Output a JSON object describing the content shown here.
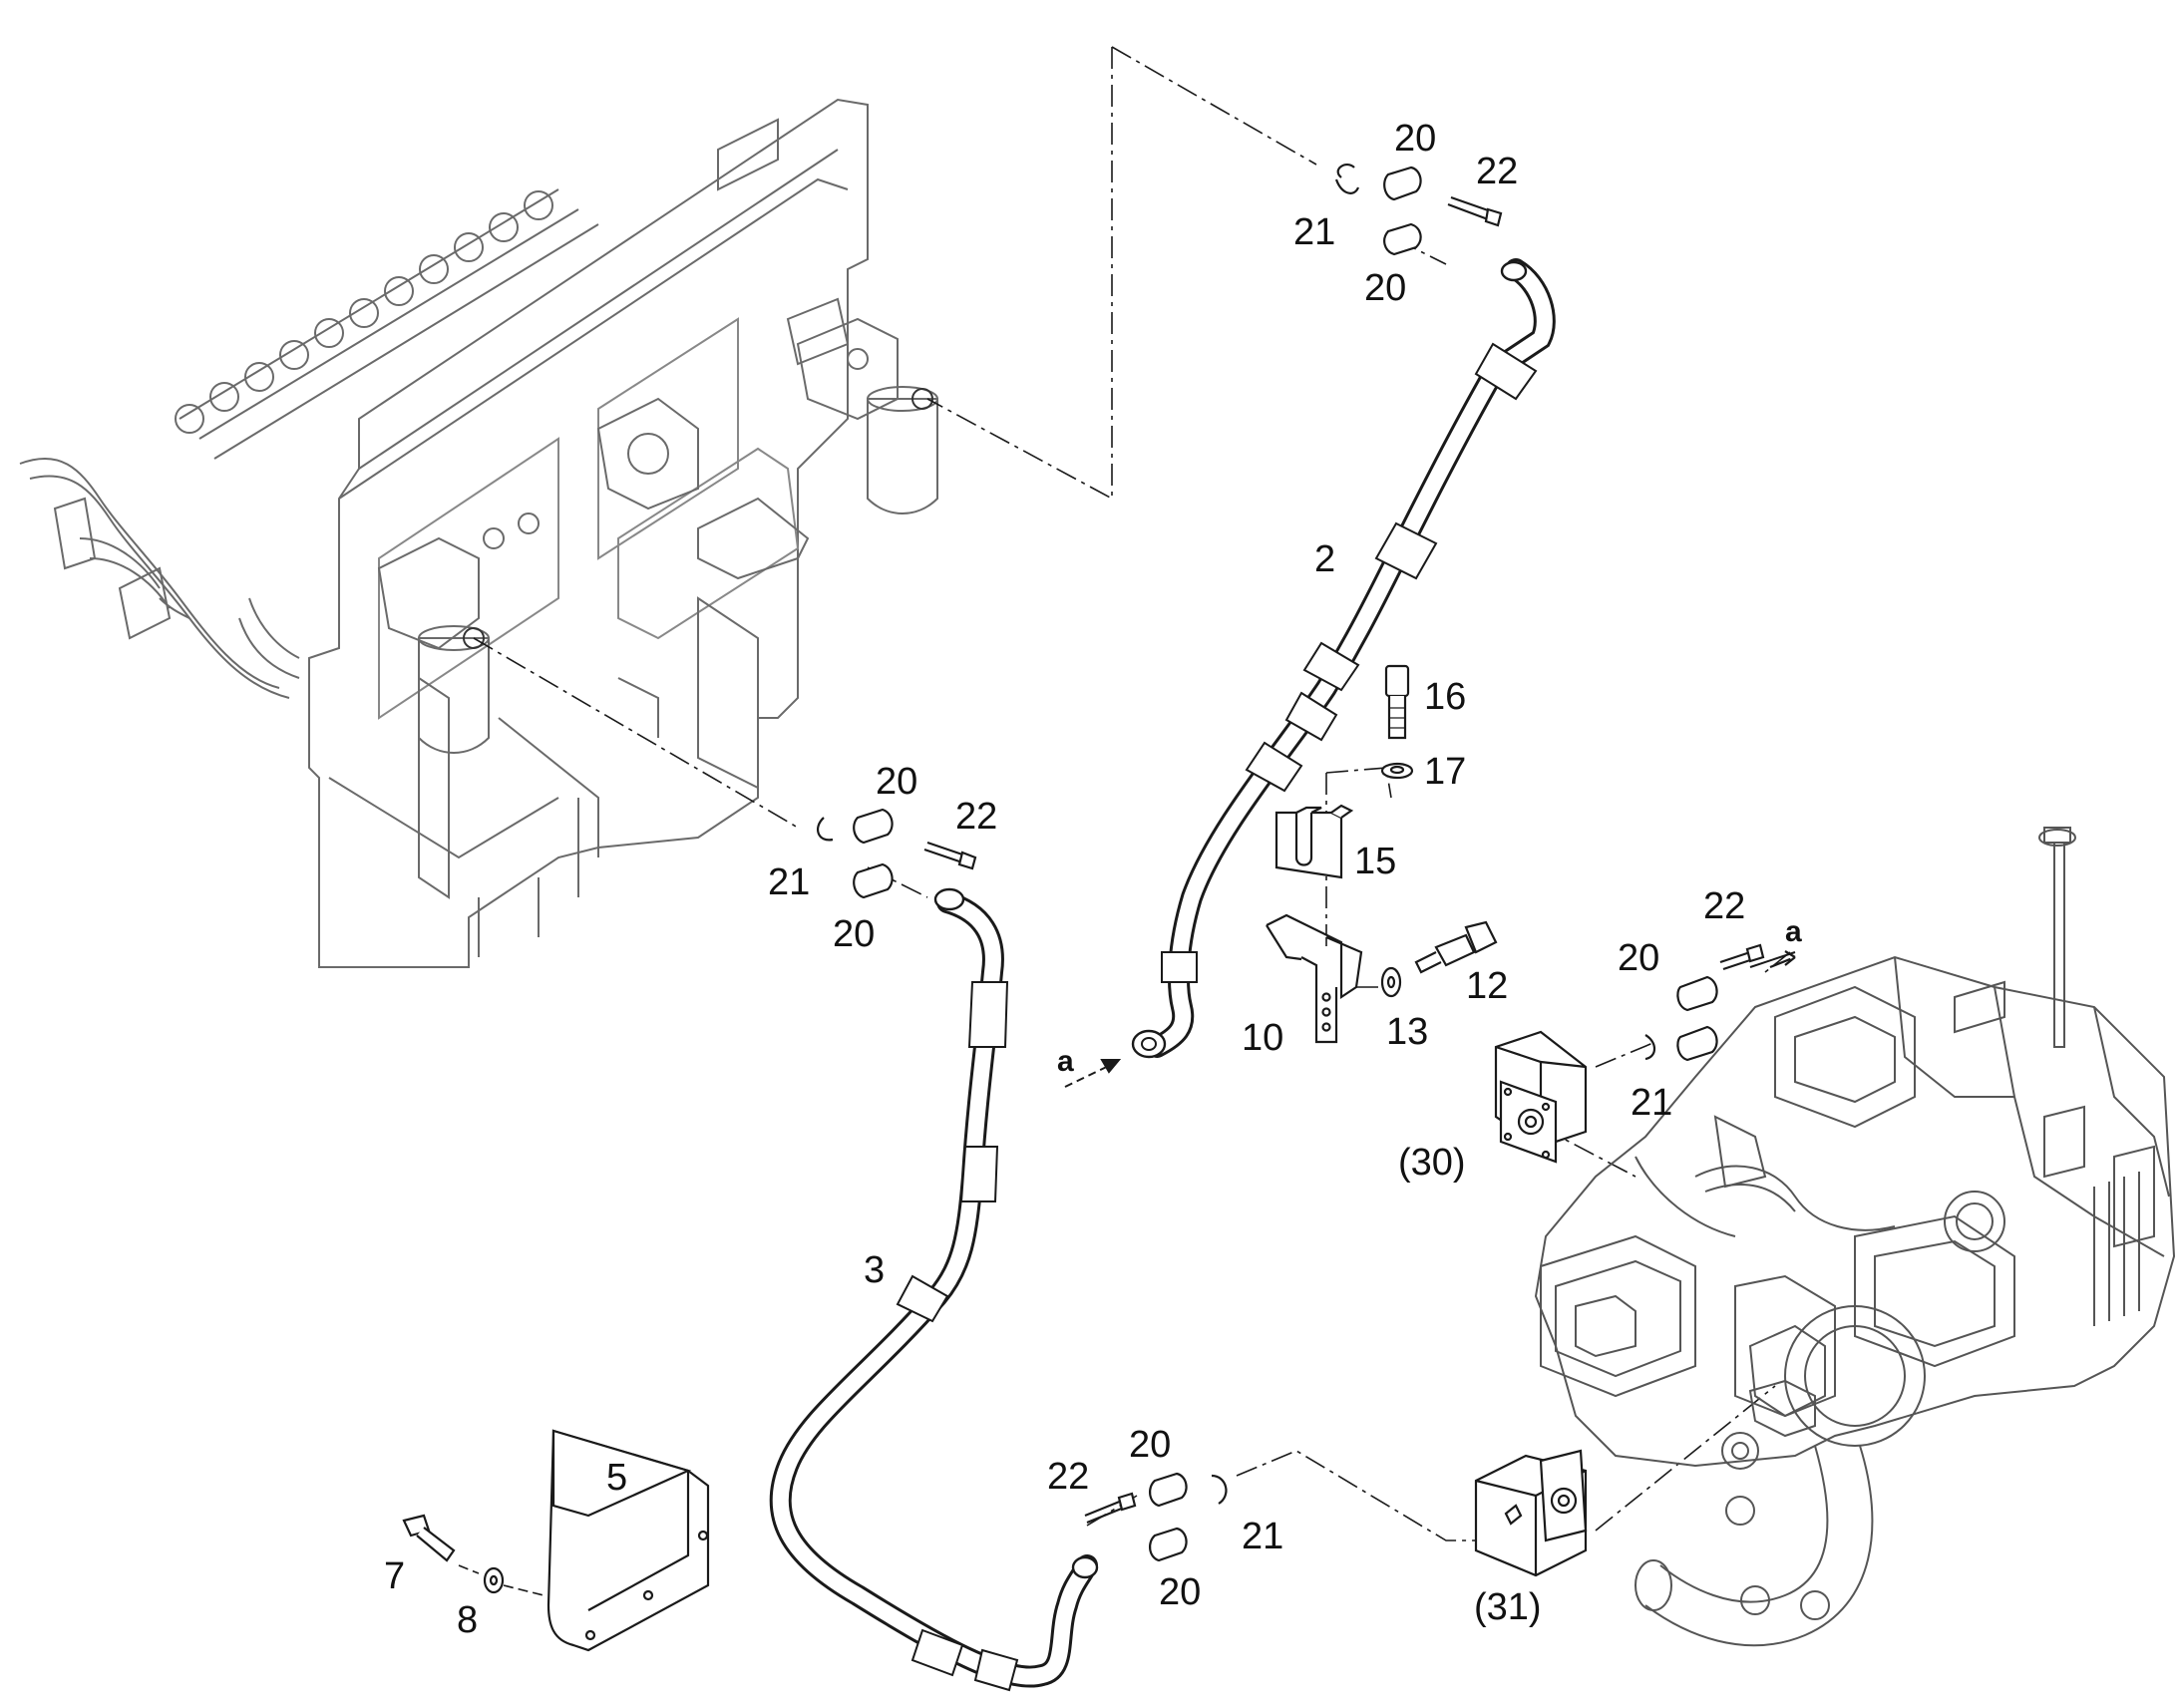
{
  "diagram": {
    "labels": {
      "l2": "2",
      "l3": "3",
      "l5": "5",
      "l7": "7",
      "l8": "8",
      "l10": "10",
      "l12": "12",
      "l13": "13",
      "l15": "15",
      "l16": "16",
      "l17": "17",
      "l20a": "20",
      "l20b": "20",
      "l20c": "20",
      "l20d": "20",
      "l20e": "20",
      "l20f": "20",
      "l20g": "20",
      "l21a": "21",
      "l21b": "21",
      "l21c": "21",
      "l21d": "21",
      "l22a": "22",
      "l22b": "22",
      "l22c": "22",
      "l22d": "22",
      "l30": "(30)",
      "l31": "(31)",
      "a1": "a",
      "a2": "a"
    },
    "colors": {
      "stroke": "#1a1a1a",
      "light": "#777777",
      "fill": "#ffffff"
    }
  }
}
